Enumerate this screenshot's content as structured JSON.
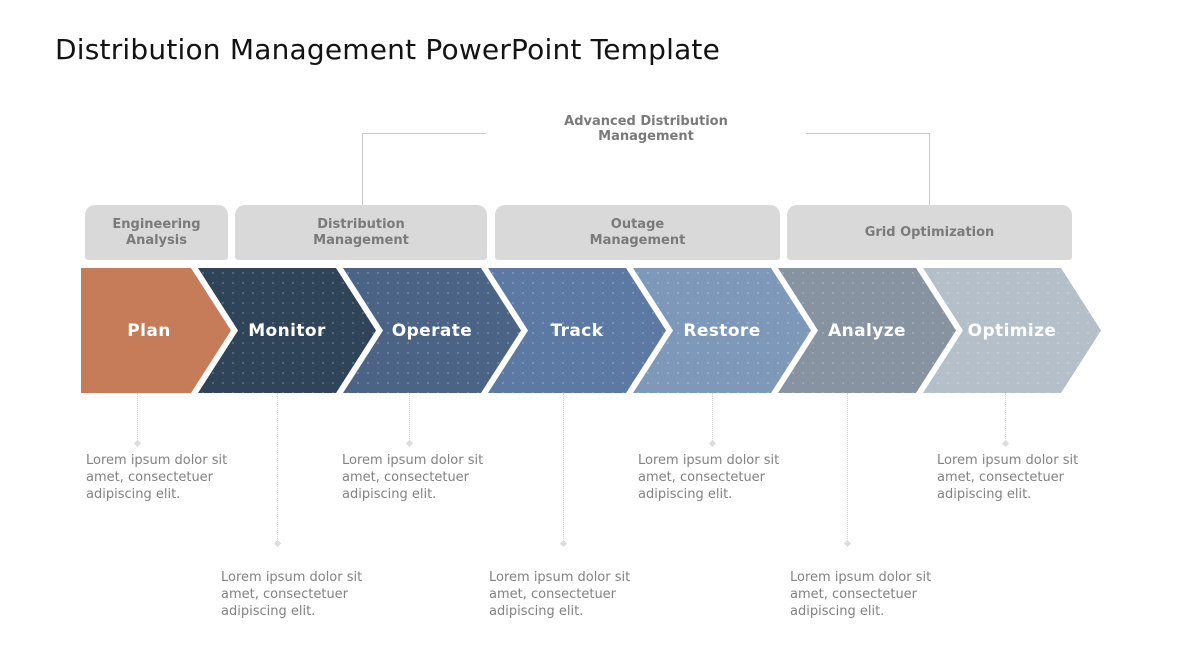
{
  "title": "Distribution Management PowerPoint Template",
  "bracket": {
    "label": "Advanced Distribution Management"
  },
  "tabs": [
    {
      "label": "Engineering Analysis"
    },
    {
      "label": "Distribution Management"
    },
    {
      "label": "Outage Management"
    },
    {
      "label": "Grid Optimization"
    }
  ],
  "steps": [
    {
      "label": "Plan",
      "color": "#C77C59",
      "description": "Lorem ipsum dolor sit amet, consectetuer adipiscing elit."
    },
    {
      "label": "Monitor",
      "color": "#2F4459",
      "description": "Lorem ipsum dolor sit amet, consectetuer adipiscing elit."
    },
    {
      "label": "Operate",
      "color": "#4B6485",
      "description": "Lorem ipsum dolor sit amet, consectetuer adipiscing elit."
    },
    {
      "label": "Track",
      "color": "#5B79A3",
      "description": "Lorem ipsum dolor sit amet, consectetuer adipiscing elit."
    },
    {
      "label": "Restore",
      "color": "#7E98BA",
      "description": "Lorem ipsum dolor sit amet, consectetuer adipiscing elit."
    },
    {
      "label": "Analyze",
      "color": "#8793A1",
      "description": "Lorem ipsum dolor sit amet, consectetuer adipiscing elit."
    },
    {
      "label": "Optimize",
      "color": "#B4BFCA",
      "description": "Lorem ipsum dolor sit amet, consectetuer adipiscing elit."
    }
  ],
  "colors": {
    "tab_background": "#D9D9D9",
    "tab_text": "#7A7A7A",
    "bracket_line": "#C9C9C9",
    "description_text": "#828282",
    "title_text": "#131313",
    "chevron_text": "#FFFFFF"
  }
}
